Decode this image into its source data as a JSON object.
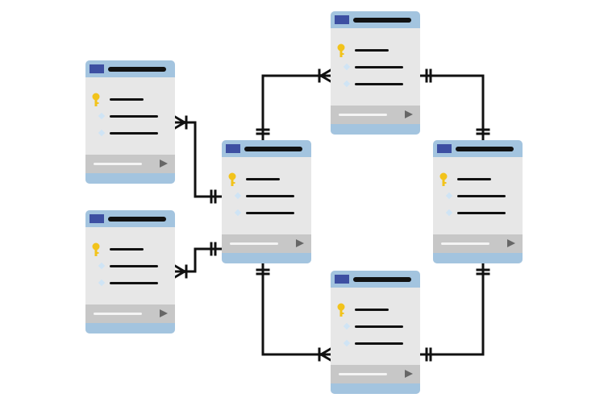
{
  "diagram": {
    "type": "entity-relationship",
    "colors": {
      "card_body": "#e7e7e7",
      "card_header": "#a3c4df",
      "header_icon": "#3d4fa2",
      "footer": "#c7c7c7",
      "footer_line": "#f4f4f4",
      "play": "#666666",
      "text_line": "#111111",
      "key": "#f2c31b",
      "field_diamond": "#cfe4f5",
      "connector": "#111111"
    },
    "tables": [
      {
        "id": "left-top",
        "rows": [
          "key-icon",
          "field-icon",
          "field-icon"
        ]
      },
      {
        "id": "left-bottom",
        "rows": [
          "key-icon",
          "field-icon",
          "field-icon"
        ]
      },
      {
        "id": "center",
        "rows": [
          "key-icon",
          "field-icon",
          "field-icon"
        ]
      },
      {
        "id": "top",
        "rows": [
          "key-icon",
          "field-icon",
          "field-icon"
        ]
      },
      {
        "id": "right",
        "rows": [
          "key-icon",
          "field-icon",
          "field-icon"
        ]
      },
      {
        "id": "bottom",
        "rows": [
          "key-icon",
          "field-icon",
          "field-icon"
        ]
      }
    ],
    "relationships": [
      {
        "from": "left-top",
        "to": "center",
        "from_end": "many",
        "to_end": "one"
      },
      {
        "from": "left-bottom",
        "to": "center",
        "from_end": "many",
        "to_end": "one"
      },
      {
        "from": "center",
        "to": "top",
        "from_end": "one",
        "to_end": "many"
      },
      {
        "from": "center",
        "to": "bottom",
        "from_end": "one",
        "to_end": "many"
      },
      {
        "from": "top",
        "to": "right",
        "from_end": "one",
        "to_end": "one"
      },
      {
        "from": "bottom",
        "to": "right",
        "from_end": "one",
        "to_end": "one"
      }
    ]
  }
}
